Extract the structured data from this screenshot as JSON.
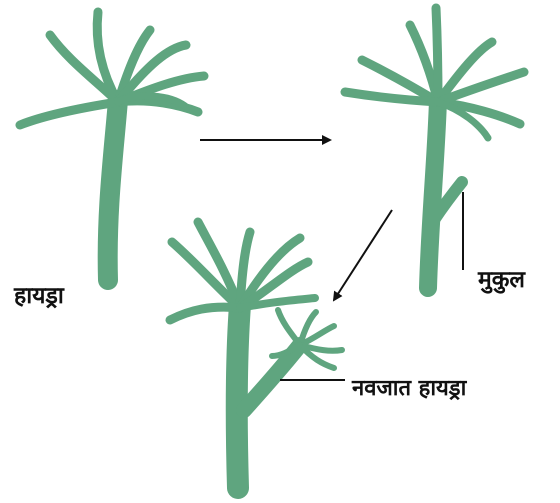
{
  "labels": {
    "hydra": "हायड्रा",
    "bud": "मुकुल",
    "newborn_hydra": "नवजात हायड्रा"
  },
  "colors": {
    "organism": "#5fa57f",
    "organism_dark": "#4c8f6b",
    "arrow": "#111111",
    "text": "#111111",
    "background": "#ffffff"
  }
}
